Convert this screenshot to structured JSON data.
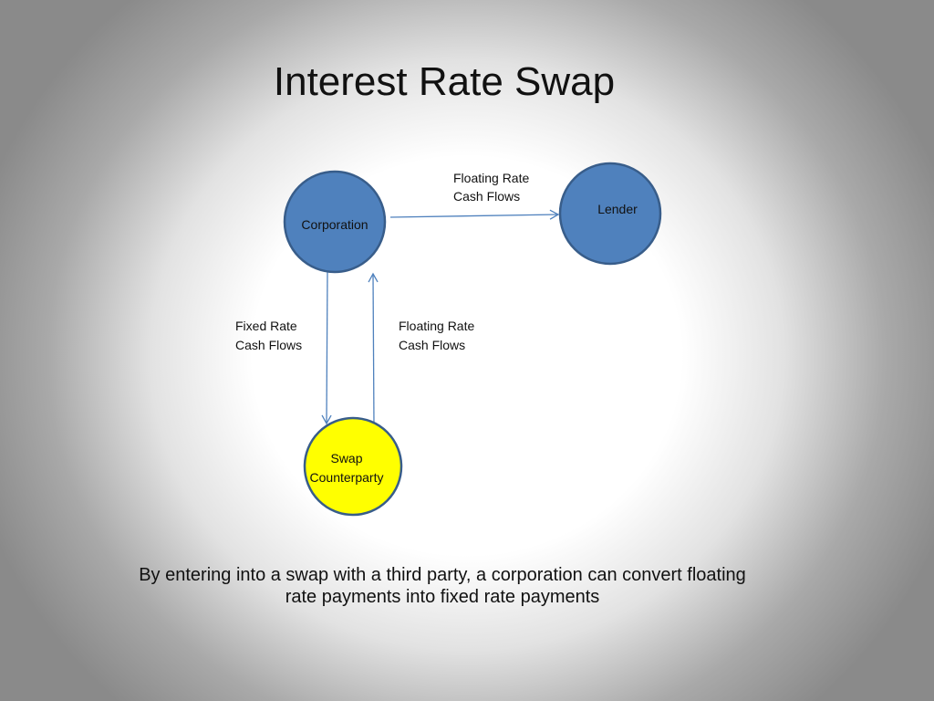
{
  "slide": {
    "title": "Interest Rate Swap",
    "caption": "By entering into a swap with a third party, a corporation can convert floating rate payments into fixed rate payments"
  },
  "diagram": {
    "nodes": {
      "corporation": {
        "label": "Corporation",
        "fill": "#4f81bd",
        "stroke": "#385d8a"
      },
      "lender": {
        "label": "Lender",
        "fill": "#4f81bd",
        "stroke": "#385d8a"
      },
      "counterparty": {
        "label_line1": "Swap",
        "label_line2": "Counterparty",
        "fill": "#ffff00",
        "stroke": "#385d8a"
      }
    },
    "edges": {
      "corp_to_lender": {
        "line1": "Floating Rate",
        "line2": "Cash Flows"
      },
      "corp_to_counterparty": {
        "line1": "Fixed Rate",
        "line2": "Cash Flows"
      },
      "counterparty_to_corp": {
        "line1": "Floating Rate",
        "line2": "Cash Flows"
      }
    },
    "arrow_color": "#4f81bd"
  }
}
